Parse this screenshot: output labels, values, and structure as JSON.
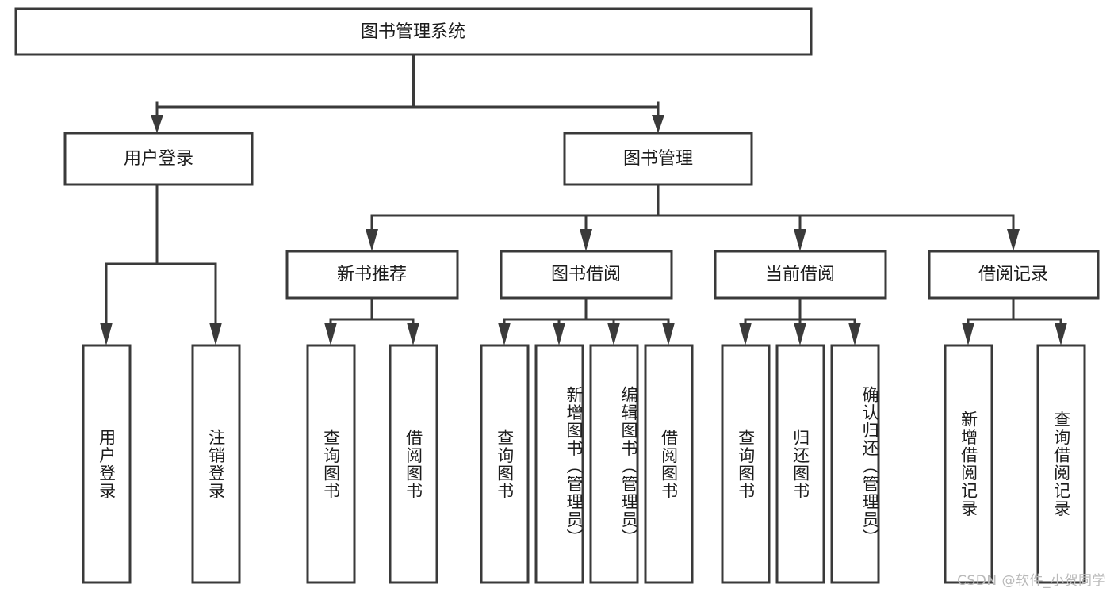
{
  "diagram": {
    "title": "图书管理系统",
    "watermark": "CSDN @软件_小贺同学",
    "style": {
      "stroke": "#3a3a3a",
      "fill": "#ffffff",
      "text": "#1c1c1c",
      "watermark_color": "#b9b9b9"
    },
    "root": {
      "label": "图书管理系统"
    },
    "level2": [
      {
        "label": "用户登录"
      },
      {
        "label": "图书管理"
      }
    ],
    "level3": [
      {
        "label": "新书推荐"
      },
      {
        "label": "图书借阅"
      },
      {
        "label": "当前借阅"
      },
      {
        "label": "借阅记录"
      }
    ],
    "leaves": {
      "user_login": [
        {
          "label": "用户登录"
        },
        {
          "label": "注销登录"
        }
      ],
      "new_book": [
        {
          "label": "查询图书"
        },
        {
          "label": "借阅图书"
        }
      ],
      "book_borrow": [
        {
          "label": "查询图书"
        },
        {
          "label": "新增图书（管理员）"
        },
        {
          "label": "编辑图书（管理员）"
        },
        {
          "label": "借阅图书"
        }
      ],
      "current_borrow": [
        {
          "label": "查询图书"
        },
        {
          "label": "归还图书"
        },
        {
          "label": "确认归还（管理员）"
        }
      ],
      "borrow_record": [
        {
          "label": "新增借阅记录"
        },
        {
          "label": "查询借阅记录"
        }
      ]
    }
  },
  "chart_data": {
    "type": "table",
    "title": "图书管理系统",
    "structure": "tree",
    "nodes": [
      {
        "id": "root",
        "label": "图书管理系统",
        "level": 0,
        "parent": null
      },
      {
        "id": "n1",
        "label": "用户登录",
        "level": 1,
        "parent": "root"
      },
      {
        "id": "n2",
        "label": "图书管理",
        "level": 1,
        "parent": "root"
      },
      {
        "id": "n1a",
        "label": "用户登录",
        "level": 2,
        "parent": "n1"
      },
      {
        "id": "n1b",
        "label": "注销登录",
        "level": 2,
        "parent": "n1"
      },
      {
        "id": "n2a",
        "label": "新书推荐",
        "level": 2,
        "parent": "n2"
      },
      {
        "id": "n2b",
        "label": "图书借阅",
        "level": 2,
        "parent": "n2"
      },
      {
        "id": "n2c",
        "label": "当前借阅",
        "level": 2,
        "parent": "n2"
      },
      {
        "id": "n2d",
        "label": "借阅记录",
        "level": 2,
        "parent": "n2"
      },
      {
        "id": "n2a1",
        "label": "查询图书",
        "level": 3,
        "parent": "n2a"
      },
      {
        "id": "n2a2",
        "label": "借阅图书",
        "level": 3,
        "parent": "n2a"
      },
      {
        "id": "n2b1",
        "label": "查询图书",
        "level": 3,
        "parent": "n2b"
      },
      {
        "id": "n2b2",
        "label": "新增图书（管理员）",
        "level": 3,
        "parent": "n2b"
      },
      {
        "id": "n2b3",
        "label": "编辑图书（管理员）",
        "level": 3,
        "parent": "n2b"
      },
      {
        "id": "n2b4",
        "label": "借阅图书",
        "level": 3,
        "parent": "n2b"
      },
      {
        "id": "n2c1",
        "label": "查询图书",
        "level": 3,
        "parent": "n2c"
      },
      {
        "id": "n2c2",
        "label": "归还图书",
        "level": 3,
        "parent": "n2c"
      },
      {
        "id": "n2c3",
        "label": "确认归还（管理员）",
        "level": 3,
        "parent": "n2c"
      },
      {
        "id": "n2d1",
        "label": "新增借阅记录",
        "level": 3,
        "parent": "n2d"
      },
      {
        "id": "n2d2",
        "label": "查询借阅记录",
        "level": 3,
        "parent": "n2d"
      }
    ]
  }
}
